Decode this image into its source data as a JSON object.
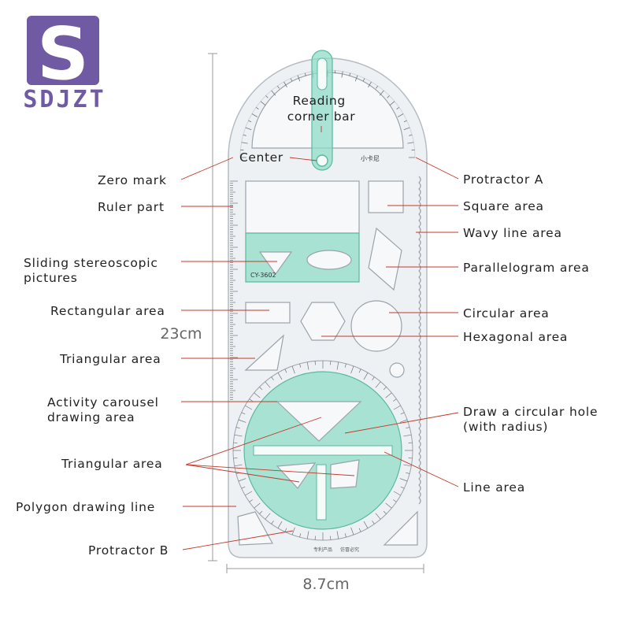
{
  "logo": {
    "letter": "S",
    "brand": "SDJZT",
    "color": "#6f5aa3"
  },
  "accent_colors": {
    "ruler_mint": "#8fdcc8",
    "leader_line": "#c0392b"
  },
  "dimensions": {
    "height": "23cm",
    "width": "8.7cm"
  },
  "ruler_markings": {
    "model": "CY-3602",
    "brand_mark": "小卡尼",
    "footer_left": "专利产品",
    "footer_right": "仿冒必究",
    "unit": "cm"
  },
  "labels": {
    "reading_corner_bar": "Reading\ncorner bar",
    "center": "Center",
    "zero_mark": "Zero mark",
    "ruler_part": "Ruler part",
    "sliding_stereoscopic": "Sliding stereoscopic\npictures",
    "rectangular_area": "Rectangular area",
    "triangular_area_top": "Triangular area",
    "activity_carousel": "Activity carousel\ndrawing area",
    "triangular_area_mid": "Triangular area",
    "polygon_drawing_line": "Polygon drawing line",
    "protractor_b": "Protractor B",
    "protractor_a": "Protractor A",
    "square_area": "Square area",
    "wavy_line_area": "Wavy line area",
    "parallelogram_area": "Parallelogram area",
    "circular_area": "Circular area",
    "hexagonal_area": "Hexagonal area",
    "draw_circular_hole": "Draw a circular hole\n(with radius)",
    "line_area": "Line area"
  }
}
